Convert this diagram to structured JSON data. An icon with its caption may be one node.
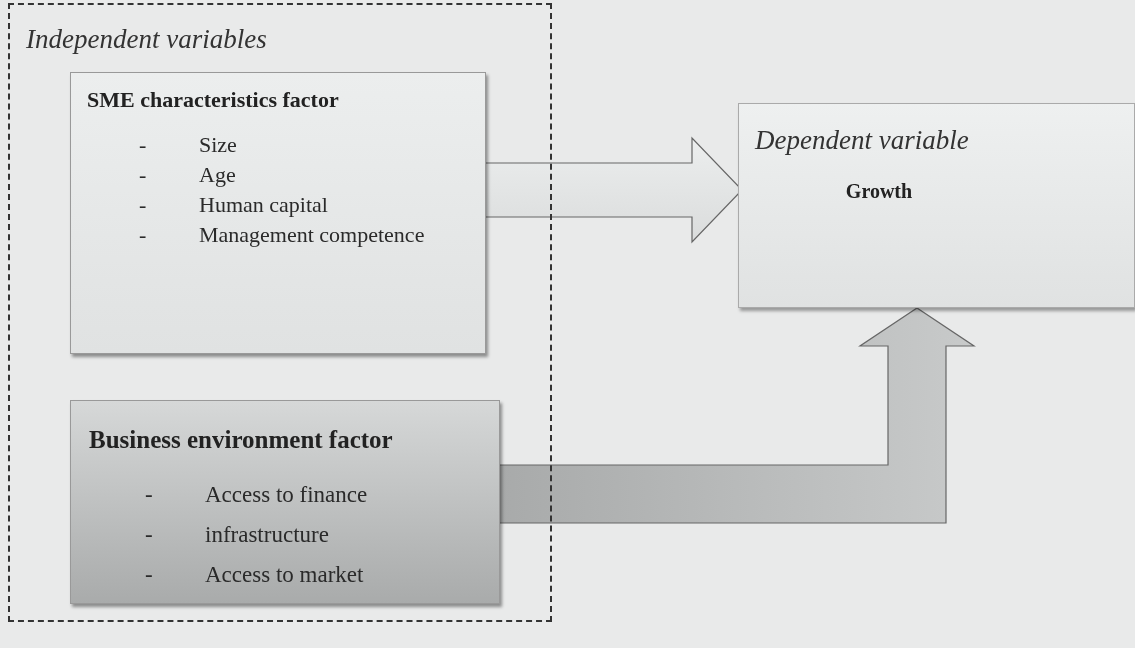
{
  "diagram": {
    "nodes": [
      {
        "text": [
          "Independent variables"
        ]
      },
      {
        "text": [
          "SME characteristics factor",
          "- Size",
          "- Age",
          "- Human capital",
          "- Management competence"
        ],
        "in": 0
      },
      {
        "text": [
          "Business environment factor",
          "- Access to finance",
          "- infrastructure",
          "- Access to market"
        ],
        "in": 0
      },
      {
        "text": [
          "Dependent variable",
          "Growth"
        ]
      }
    ],
    "edges": [
      {
        "from": 1,
        "to": 3,
        "arrow": "to",
        "style": "thick"
      },
      {
        "from": 2,
        "to": 3,
        "arrow": "to",
        "style": "thick"
      }
    ]
  }
}
